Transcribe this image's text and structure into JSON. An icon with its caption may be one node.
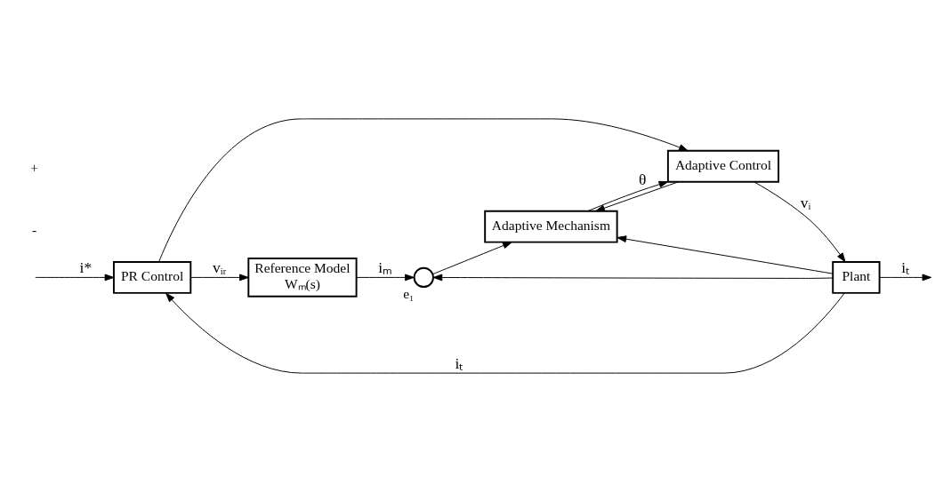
{
  "diagram": {
    "nodes": [
      {
        "text": [
          "PR Control"
        ]
      },
      {
        "text": [
          "Reference Model",
          "Wₘ(s)"
        ]
      },
      {
        "text": [
          "Adaptive Control"
        ]
      },
      {
        "text": [
          "Plant"
        ]
      },
      {
        "text": [
          "Adaptive Mechanism"
        ]
      },
      {
        "text": [],
        "shape": "circle",
        "beside": [
          "e₁"
        ]
      }
    ],
    "edges": [
      {
        "from": null,
        "to": 0,
        "arrow": "to",
        "label": "i*"
      },
      {
        "from": 0,
        "to": 1,
        "arrow": "to",
        "label": "vᵢᵣ"
      },
      {
        "from": 0,
        "to": 2,
        "arrow": "to"
      },
      {
        "from": 1,
        "to": 5,
        "arrow": "to",
        "label": "iₘ"
      },
      {
        "from": 2,
        "to": 3,
        "arrow": "to",
        "label": "vᵢ"
      },
      {
        "from": 2,
        "to": 4,
        "arrow": "to"
      },
      {
        "from": 3,
        "to": null,
        "arrow": "to",
        "label": "iₜ"
      },
      {
        "from": 3,
        "to": 5,
        "arrow": "to"
      },
      {
        "from": 3,
        "to": 4,
        "arrow": "to"
      },
      {
        "from": 3,
        "to": 0,
        "arrow": "to",
        "label": "iₜ"
      },
      {
        "from": 5,
        "to": 4,
        "arrow": "to"
      },
      {
        "from": 4,
        "to": 2,
        "arrow": "to",
        "label": "θ"
      }
    ],
    "labels": [
      "-",
      "+"
    ]
  }
}
